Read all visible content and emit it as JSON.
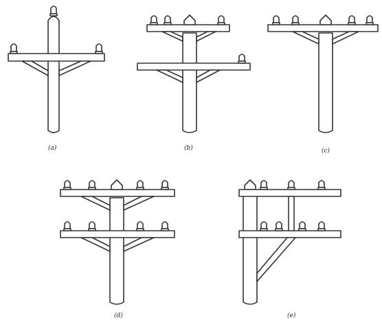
{
  "figure": {
    "panels": [
      {
        "id": "a",
        "caption": "(a)"
      },
      {
        "id": "b",
        "caption": "(b)"
      },
      {
        "id": "c",
        "caption": "(c)"
      },
      {
        "id": "d",
        "caption": "(d)"
      },
      {
        "id": "e",
        "caption": "(e)"
      }
    ]
  }
}
